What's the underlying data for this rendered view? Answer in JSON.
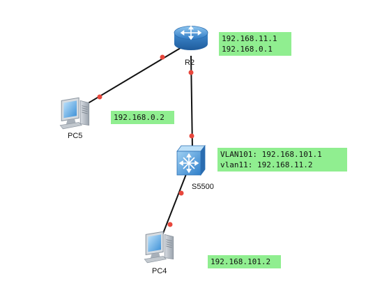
{
  "colors": {
    "link": "#111111",
    "port": "#e8473c",
    "ip_bg": "#90ee90"
  },
  "devices": {
    "r2": {
      "label": "R2",
      "icon": "router-icon"
    },
    "switch": {
      "label": "S5500",
      "icon": "switch-icon"
    },
    "pc5": {
      "label": "PC5",
      "icon": "pc-icon"
    },
    "pc4": {
      "label": "PC4",
      "icon": "pc-icon"
    }
  },
  "ip_labels": {
    "r2": [
      "192.168.11.1",
      "192.168.0.1"
    ],
    "pc5": [
      "192.168.0.2"
    ],
    "switch": [
      "VLAN101: 192.168.101.1",
      "vlan11: 192.168.11.2"
    ],
    "pc4": [
      "192.168.101.2"
    ]
  }
}
